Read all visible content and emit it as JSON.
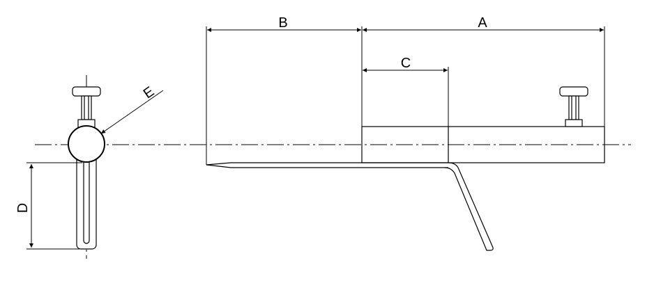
{
  "labels": {
    "a": "A",
    "b": "B",
    "c": "C",
    "d": "D",
    "e": "E"
  },
  "colors": {
    "line": "#000000",
    "background": "#ffffff"
  }
}
